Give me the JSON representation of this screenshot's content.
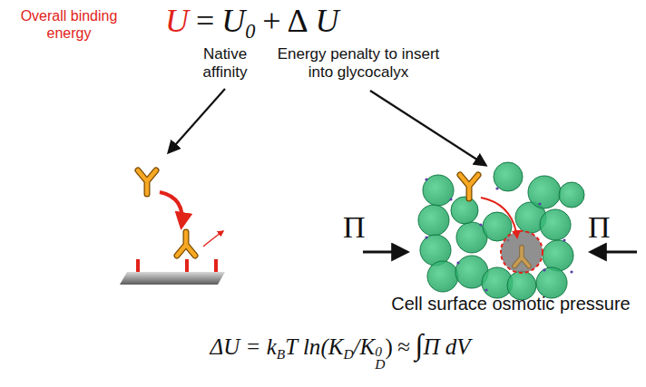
{
  "diagram": {
    "labels": [
      "Overall binding energy",
      "U",
      "=",
      "U",
      "0",
      "+ Δ",
      "U",
      "Native affinity",
      "Energy penalty to insert into glycocalyx",
      "Π",
      "Π",
      "Cell surface osmotic pressure",
      "ΔU = k",
      "B",
      "T ln",
      "(K",
      "D",
      "/K",
      "D",
      "0",
      ")",
      "≈",
      "∫",
      "Π dV"
    ]
  }
}
